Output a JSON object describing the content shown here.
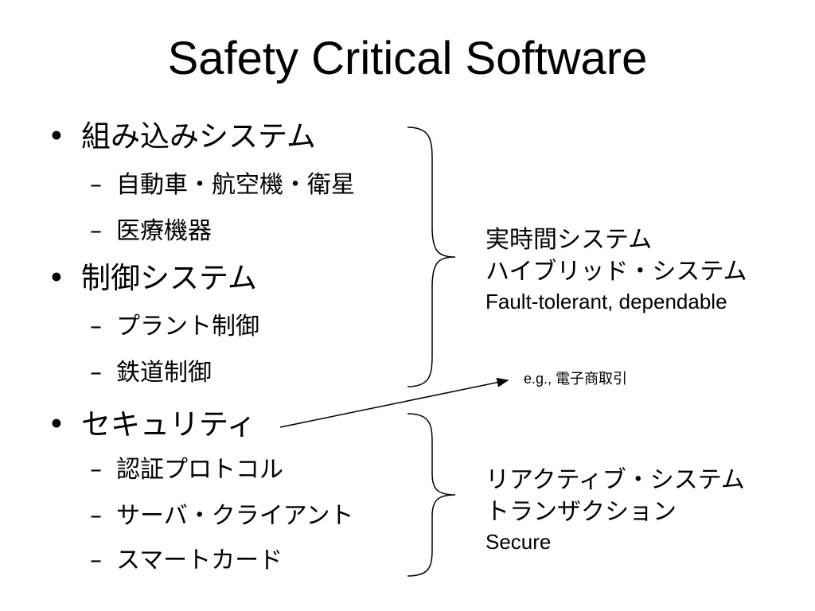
{
  "title": "Safety Critical Software",
  "items": [
    {
      "text": "組み込みシステム",
      "children": [
        "自動車・航空機・衛星",
        "医療機器"
      ]
    },
    {
      "text": "制御システム",
      "children": [
        "プラント制御",
        "鉄道制御"
      ]
    },
    {
      "text": "セキュリティ",
      "children": [
        "認証プロトコル",
        "サーバ・クライアント",
        "スマートカード"
      ]
    }
  ],
  "bullet_glyph": "•",
  "dash_glyph": "–",
  "group_a": {
    "line1": "実時間システム",
    "line2": "ハイブリッド・システム",
    "line3": "Fault-tolerant, dependable"
  },
  "example": {
    "prefix": "e.g., ",
    "text": "電子商取引"
  },
  "group_b": {
    "line1": "リアクティブ・システム",
    "line2": "トランザクション",
    "line3": "Secure"
  }
}
